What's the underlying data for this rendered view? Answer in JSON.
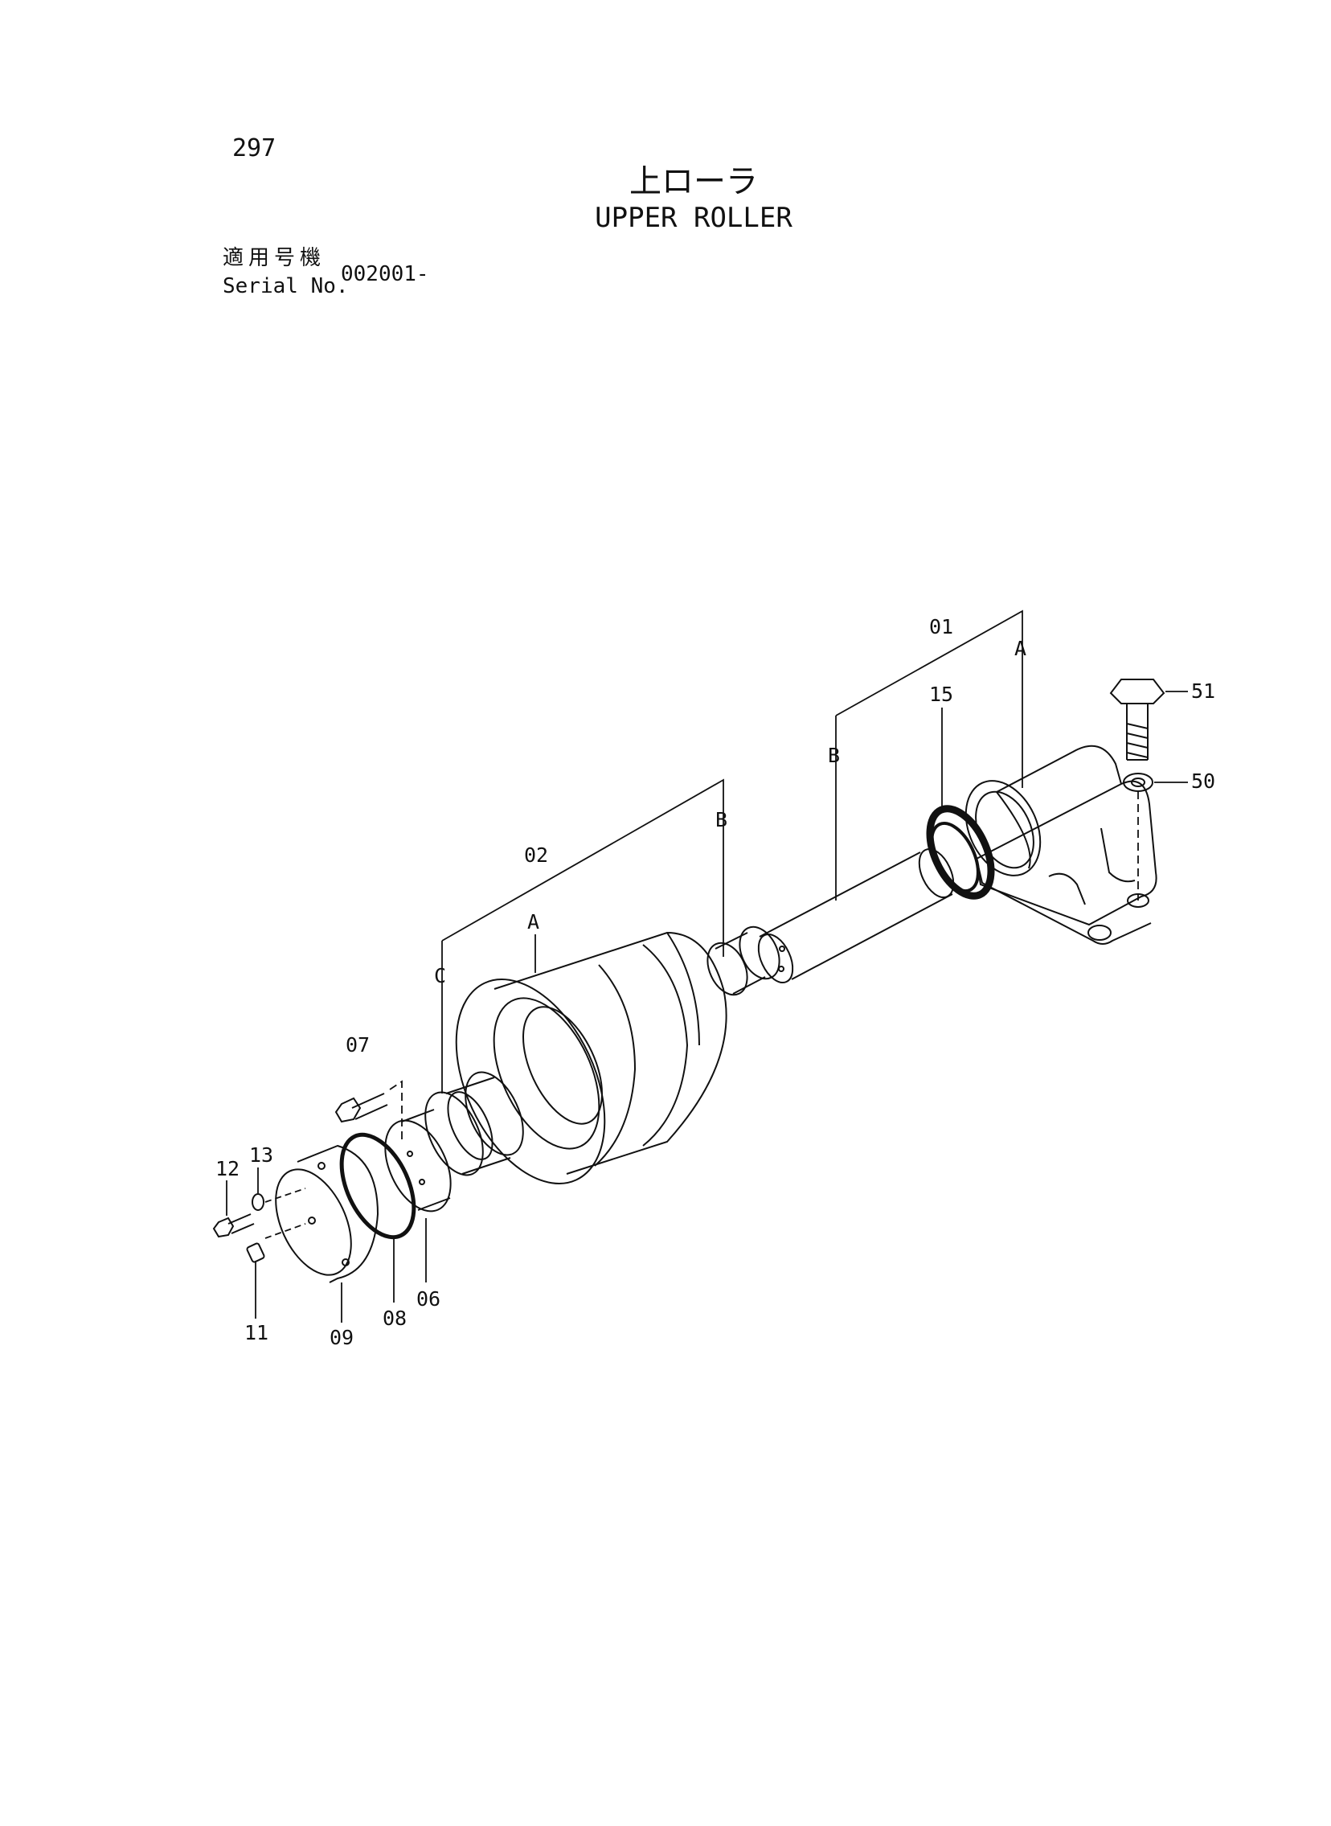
{
  "header": {
    "page_number": "297",
    "title_jp": "上ローラ",
    "title_en": "UPPER ROLLER",
    "serial_label_jp": "適用号機",
    "serial_label_en": "Serial No.",
    "serial_value": "002001-"
  },
  "callouts": {
    "p01": "01",
    "p02": "02",
    "p06": "06",
    "p07": "07",
    "p08": "08",
    "p09": "09",
    "p11": "11",
    "p12": "12",
    "p13": "13",
    "p15": "15",
    "p50": "50",
    "p51": "51",
    "groupA1": "A",
    "groupA2": "A",
    "groupB1": "B",
    "groupB2": "B",
    "groupC": "C"
  }
}
